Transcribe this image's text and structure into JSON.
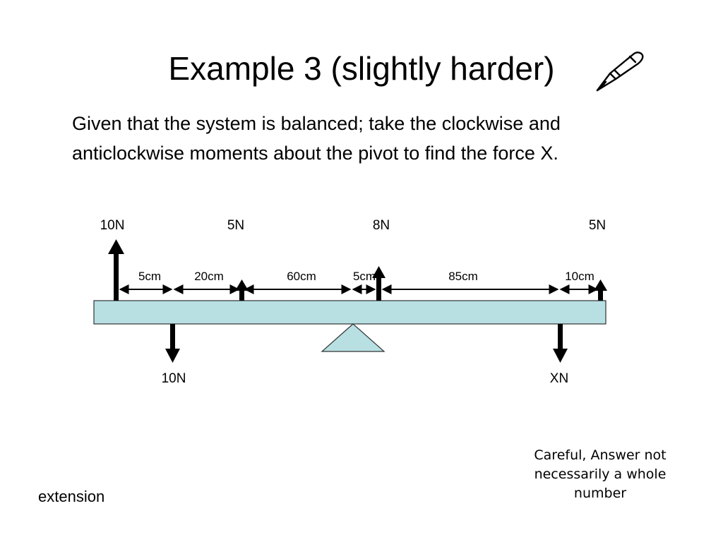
{
  "slide": {
    "title": "Example 3 (slightly harder)",
    "title_icon": "fountain-pen-icon",
    "question": "Given that the system is balanced; take the clockwise and anticlockwise moments about the pivot to find the force X.",
    "note": "Careful, Answer not necessarily a whole number",
    "footer": "extension"
  },
  "diagram": {
    "beam_color": "#b8e0e3",
    "pivot_color": "#b8e0e3",
    "arrow_color": "#000000",
    "forces_up": [
      {
        "label": "10N"
      },
      {
        "label": "5N"
      },
      {
        "label": "8N"
      },
      {
        "label": "5N"
      }
    ],
    "forces_down": [
      {
        "label": "10N"
      },
      {
        "label": "XN"
      }
    ],
    "distances": [
      {
        "label": "5cm"
      },
      {
        "label": "20cm"
      },
      {
        "label": "60cm"
      },
      {
        "label": "5cm"
      },
      {
        "label": "85cm"
      },
      {
        "label": "10cm"
      }
    ]
  }
}
